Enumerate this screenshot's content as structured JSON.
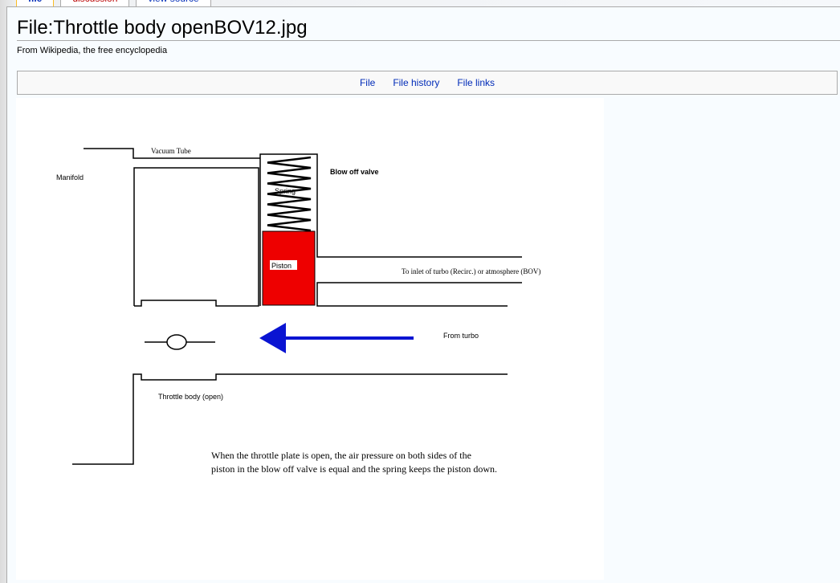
{
  "tabs": [
    {
      "label": "file"
    },
    {
      "label": "discussion"
    },
    {
      "label": "view source"
    }
  ],
  "page": {
    "title": "File:Throttle body openBOV12.jpg",
    "subtitle": "From Wikipedia, the free encyclopedia"
  },
  "toc": {
    "items": [
      "File",
      "File history",
      "File links"
    ]
  },
  "diagram": {
    "labels": {
      "vacuum_tube": "Vacuum Tube",
      "manifold": "Manifold",
      "blow_off_valve": "Blow off valve",
      "spring": "Spring",
      "piston": "Piston",
      "outlet": "To inlet of turbo (Recirc.) or atmosphere (BOV)",
      "from_turbo": "From turbo",
      "throttle_body": "Throttle body (open)",
      "caption_line1": "When the throttle plate is open, the air pressure on both sides of the",
      "caption_line2": "piston in the blow off valve is equal and the spring keeps the piston down."
    },
    "colors": {
      "piston": "#ee0000",
      "arrow": "#0a14d2"
    }
  }
}
